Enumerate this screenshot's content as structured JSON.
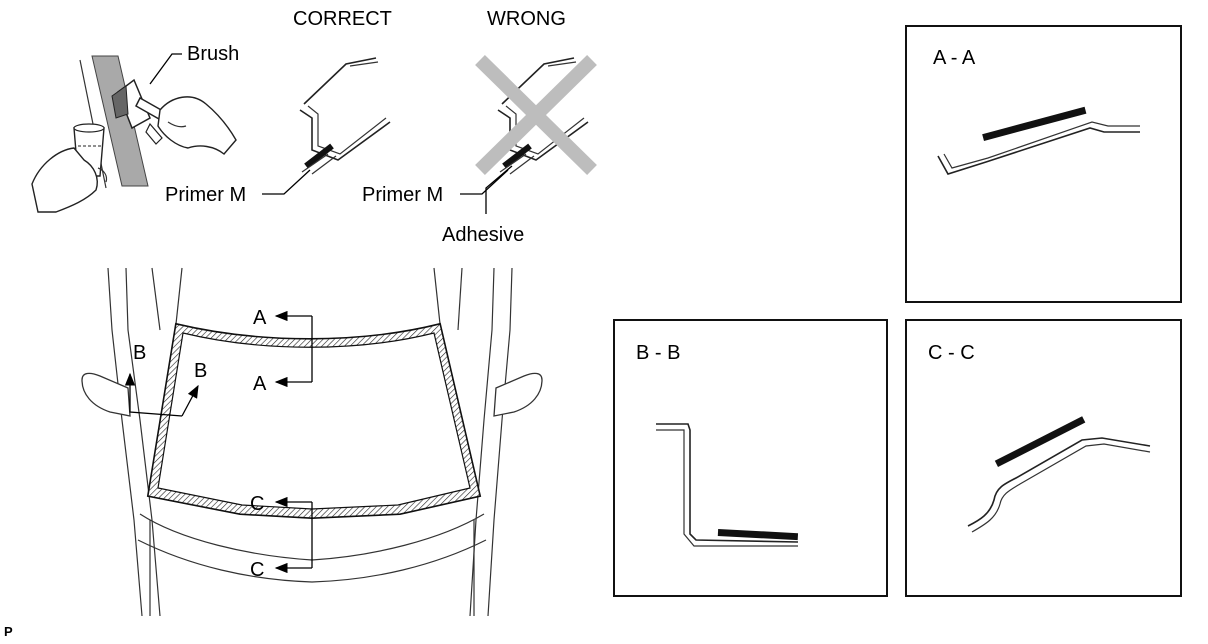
{
  "labels": {
    "correct": "CORRECT",
    "wrong": "WRONG",
    "brush": "Brush",
    "primer_m_correct": "Primer M",
    "primer_m_wrong": "Primer M",
    "adhesive": "Adhesive",
    "section_a_top": "A",
    "section_a_bottom": "A",
    "section_b_left": "B",
    "section_b_right": "B",
    "section_c_top": "C",
    "section_c_bottom": "C",
    "corner_mark": "P"
  },
  "panels": {
    "aa_title": "A - A",
    "bb_title": "B - B",
    "cc_title": "C - C"
  },
  "colors": {
    "cross": "#bdbdbd",
    "primer": "#111111",
    "line": "#333333"
  }
}
